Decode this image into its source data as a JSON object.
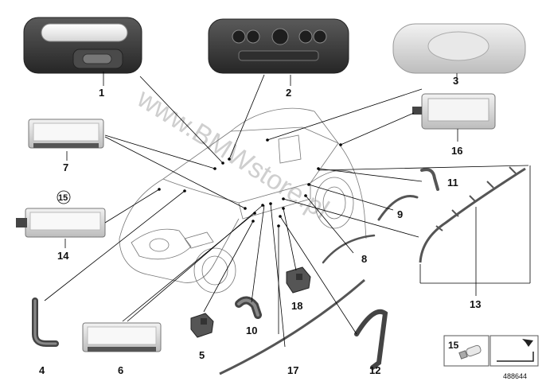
{
  "diagram": {
    "watermark": "www.BMWstore.pl",
    "reference_number": "488644",
    "legend_box": {
      "part_label": "15"
    },
    "parts": [
      {
        "id": "p1",
        "label": "1"
      },
      {
        "id": "p2",
        "label": "2"
      },
      {
        "id": "p3",
        "label": "3"
      },
      {
        "id": "p4",
        "label": "4"
      },
      {
        "id": "p5",
        "label": "5"
      },
      {
        "id": "p6",
        "label": "6"
      },
      {
        "id": "p7",
        "label": "7"
      },
      {
        "id": "p8",
        "label": "8"
      },
      {
        "id": "p9",
        "label": "9"
      },
      {
        "id": "p10",
        "label": "10"
      },
      {
        "id": "p11",
        "label": "11"
      },
      {
        "id": "p12",
        "label": "12"
      },
      {
        "id": "p13",
        "label": "13"
      },
      {
        "id": "p14",
        "label": "14"
      },
      {
        "id": "p15",
        "label": "15"
      },
      {
        "id": "p16",
        "label": "16"
      },
      {
        "id": "p17",
        "label": "17"
      },
      {
        "id": "p18",
        "label": "18"
      }
    ],
    "colors": {
      "dark_housing": "#3a3a3a",
      "light_housing": "#d9d9d9",
      "lens": "#ededed",
      "watermark": "#cfcfcf"
    }
  }
}
